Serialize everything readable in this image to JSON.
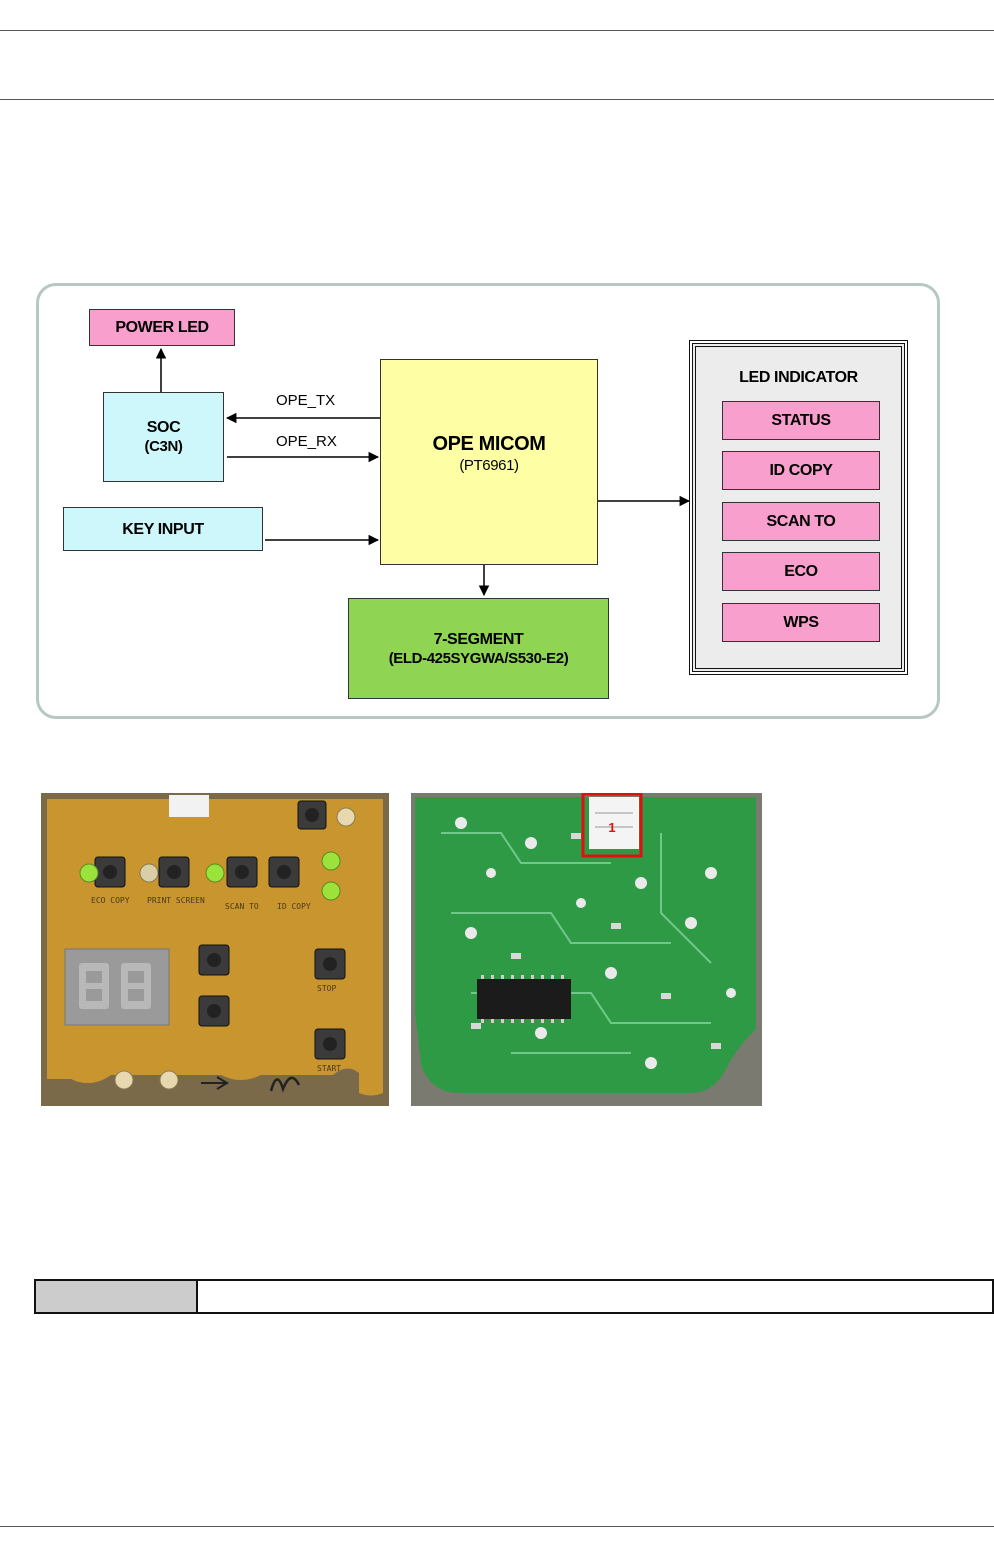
{
  "diagram": {
    "blocks": {
      "power_led": "POWER LED",
      "soc": "SOC",
      "soc_sub": "(C3N)",
      "key_input": "KEY INPUT",
      "micom": "OPE MICOM",
      "micom_sub": "(PT6961)",
      "segment": "7-SEGMENT",
      "segment_sub": "(ELD-425SYGWA/S530-E2)"
    },
    "signals": {
      "tx": "OPE_TX",
      "rx": "OPE_RX"
    },
    "indicator": {
      "title": "LED INDICATOR",
      "items": [
        "STATUS",
        "ID COPY",
        "SCAN TO",
        "ECO",
        "WPS"
      ]
    },
    "colors": {
      "pink": "#f99fce",
      "cyan": "#cdf7fb",
      "yellow": "#fefea4",
      "green": "#8fd453"
    }
  },
  "photos": {
    "front": {
      "labels": [
        "ECO COPY",
        "PRINT SCREEN",
        "SCAN TO",
        "ID COPY",
        "STOP",
        "START"
      ]
    },
    "back": {
      "marker": "1"
    }
  }
}
